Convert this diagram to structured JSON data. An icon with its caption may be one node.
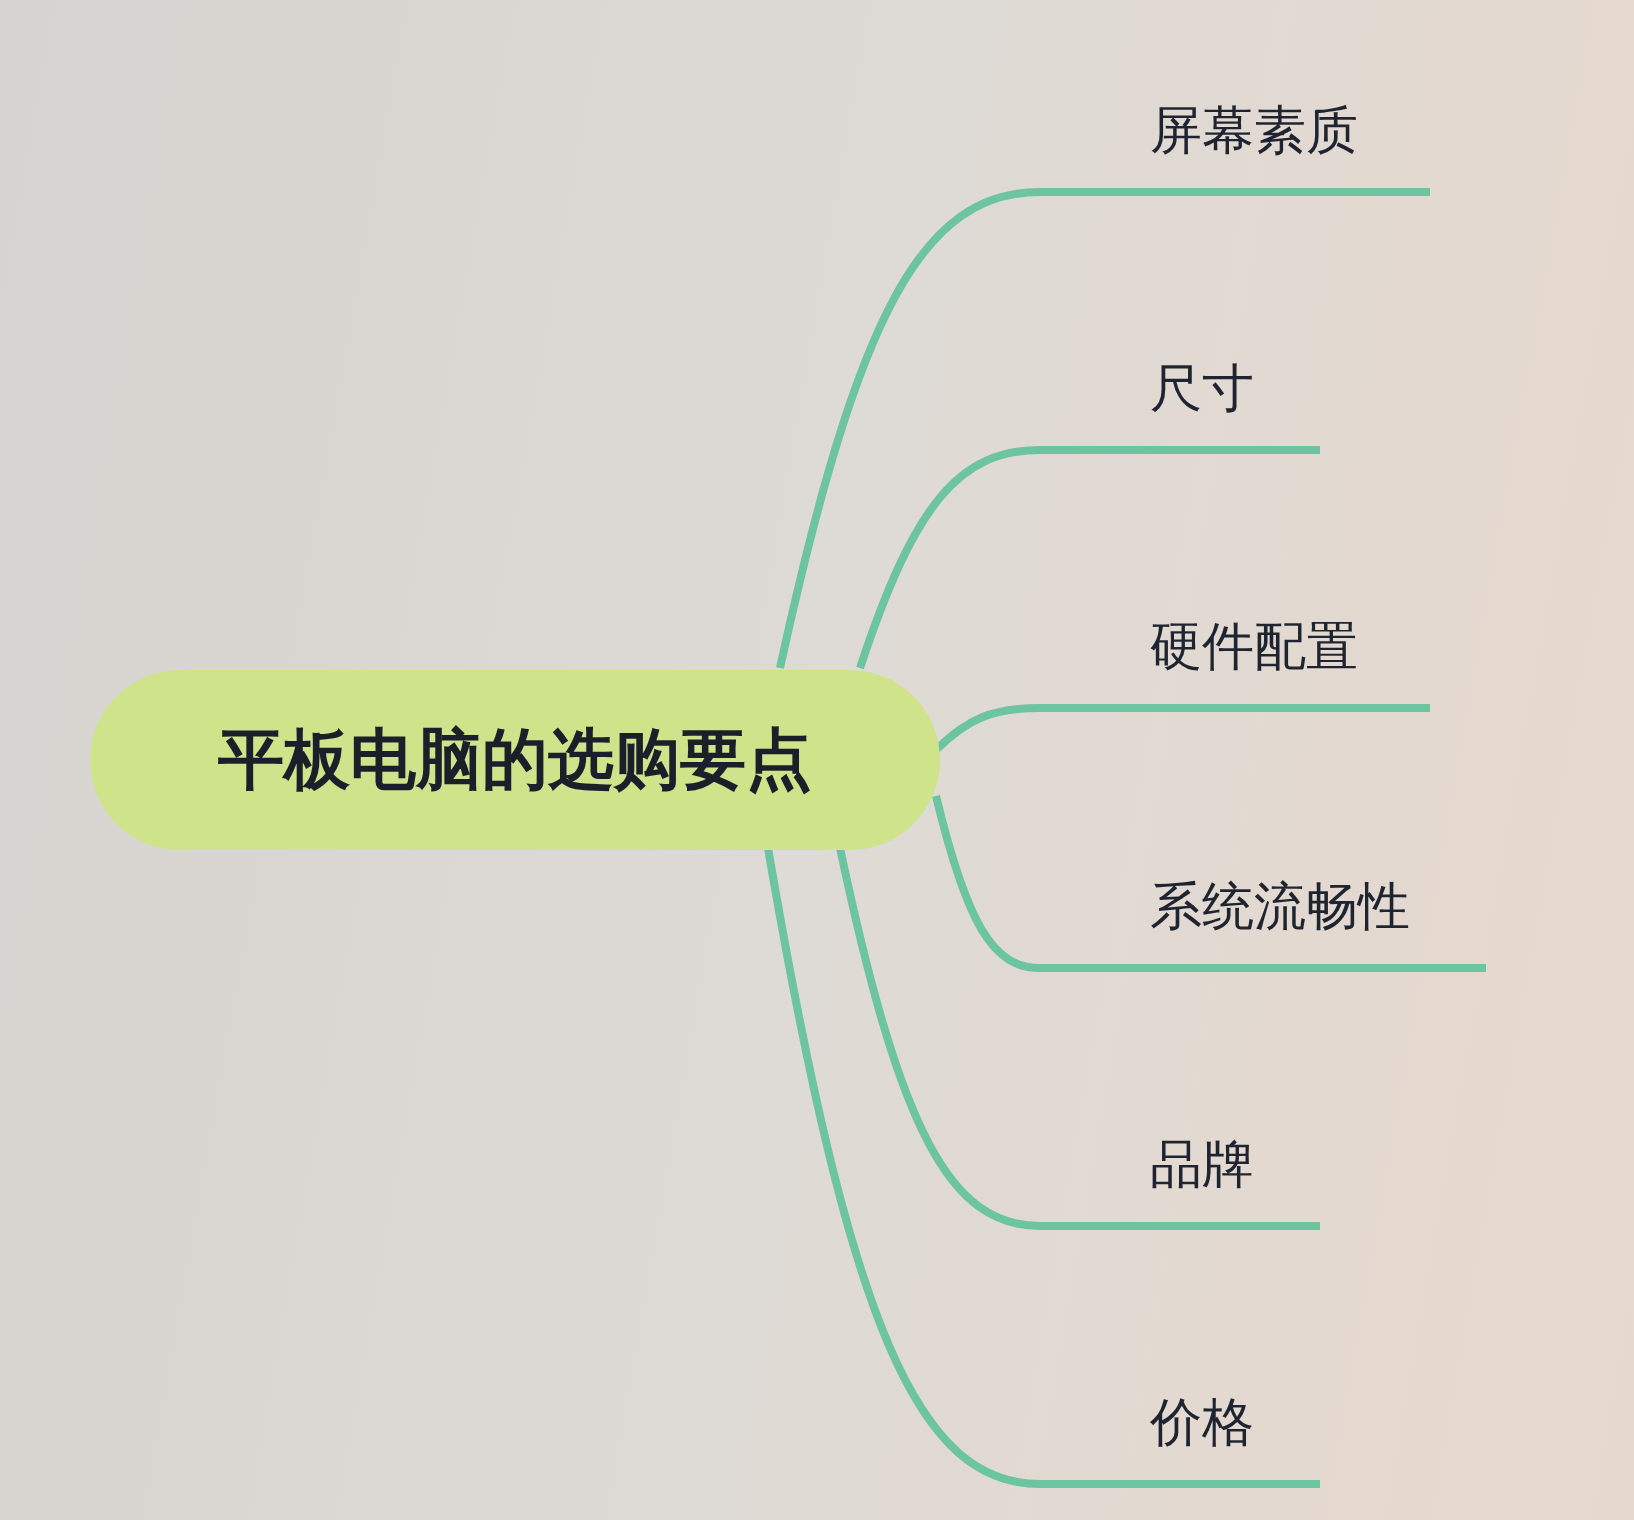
{
  "diagram": {
    "nodes": [
      {
        "text": [
          "平板电脑的选购要点"
        ]
      },
      {
        "text": [
          "屏幕素质"
        ]
      },
      {
        "text": [
          "尺寸"
        ]
      },
      {
        "text": [
          "硬件配置"
        ]
      },
      {
        "text": [
          "系统流畅性"
        ]
      },
      {
        "text": [
          "品牌"
        ]
      },
      {
        "text": [
          "价格"
        ]
      }
    ],
    "edges": [
      {
        "from": 0,
        "to": 1,
        "arrow": "none"
      },
      {
        "from": 0,
        "to": 2,
        "arrow": "none"
      },
      {
        "from": 0,
        "to": 3,
        "arrow": "none"
      },
      {
        "from": 0,
        "to": 4,
        "arrow": "none"
      },
      {
        "from": 0,
        "to": 5,
        "arrow": "none"
      },
      {
        "from": 0,
        "to": 6,
        "arrow": "none"
      }
    ]
  }
}
